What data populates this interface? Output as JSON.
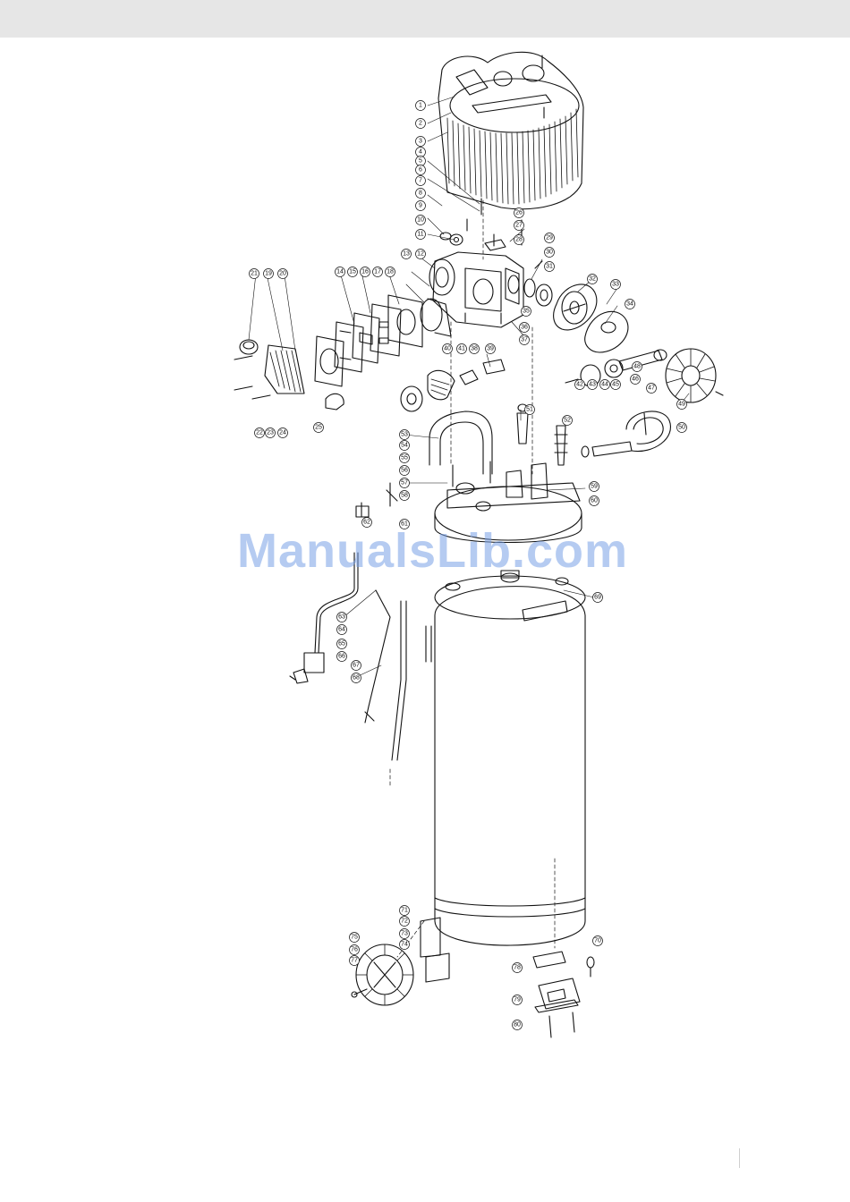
{
  "page": {
    "header_band_color": "#e6e6e6",
    "line_color": "#111111"
  },
  "watermark": {
    "text": "ManualsLib.com",
    "color": "#7aa0e6"
  },
  "callouts": [
    "1",
    "2",
    "3",
    "4",
    "5",
    "6",
    "7",
    "8",
    "9",
    "10",
    "11",
    "12",
    "13",
    "14",
    "15",
    "16",
    "17",
    "18",
    "19",
    "20",
    "21",
    "22",
    "23",
    "24",
    "25",
    "26",
    "27",
    "28",
    "29",
    "30",
    "31",
    "32",
    "33",
    "34",
    "35",
    "36",
    "37",
    "38",
    "39",
    "40",
    "41",
    "42",
    "43",
    "44",
    "45",
    "46",
    "47",
    "48",
    "49",
    "50",
    "51",
    "52",
    "53",
    "54",
    "55",
    "56",
    "57",
    "58",
    "59",
    "60",
    "61",
    "62",
    "63",
    "64",
    "65",
    "66",
    "67",
    "68",
    "69",
    "70",
    "71",
    "72",
    "73",
    "74",
    "75",
    "76",
    "77",
    "78",
    "79",
    "80"
  ]
}
